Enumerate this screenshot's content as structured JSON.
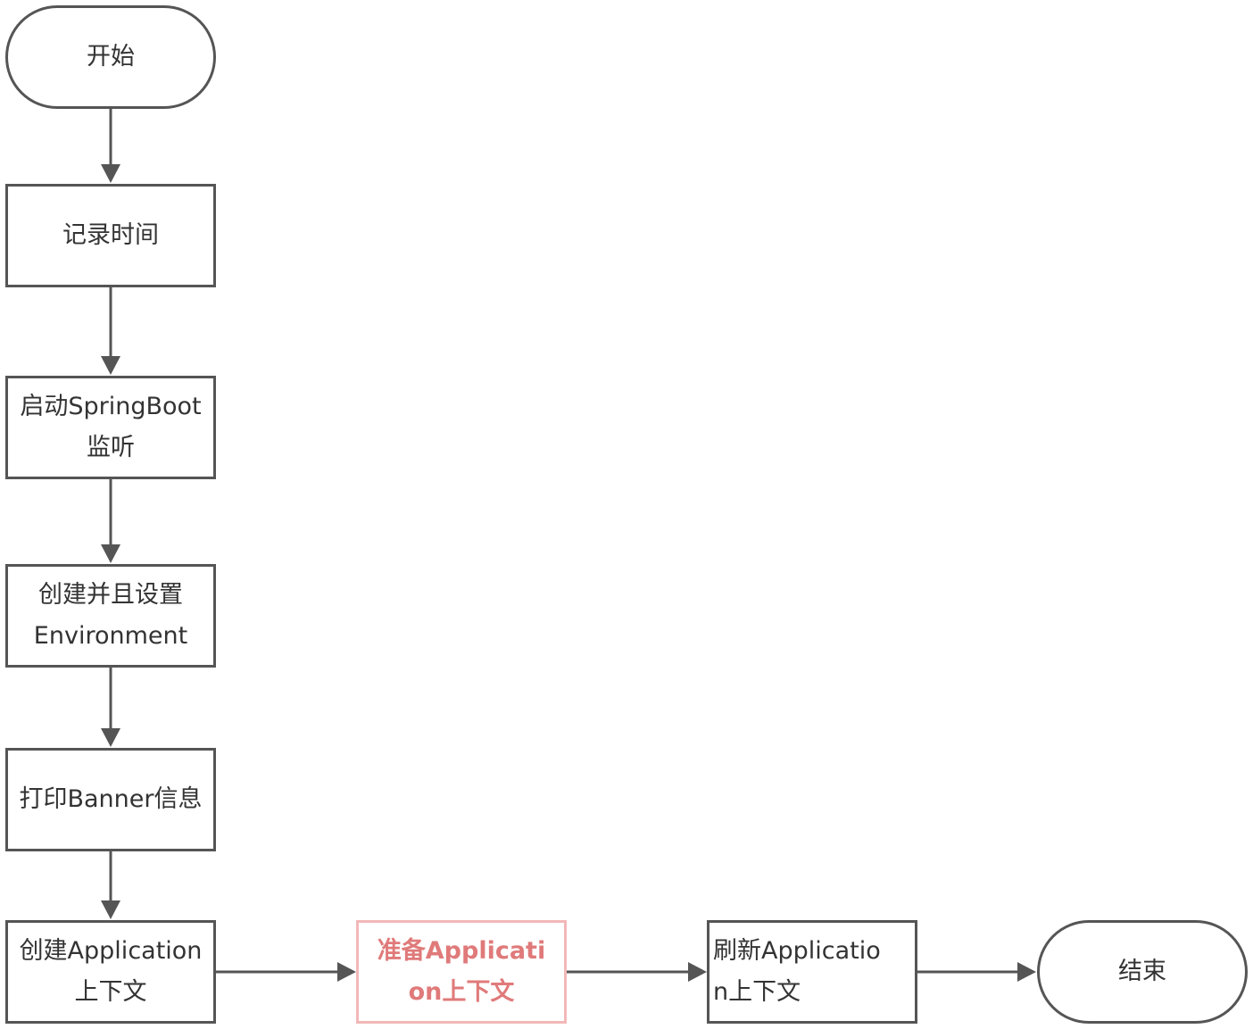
{
  "colors": {
    "stroke": "#555555",
    "text": "#333333",
    "highlight_border": "#f2b8b8",
    "highlight_text": "#e07a7a"
  },
  "nodes": {
    "start": "开始",
    "record_time": "记录时间",
    "start_listener": "启动SpringBoot监听",
    "create_env": "创建并且设置Environment",
    "print_banner": "打印Banner信息",
    "create_context": "创建Application上下文",
    "prepare_context": "准备Application上下文",
    "refresh_context": "刷新Application上下文",
    "end": "结束"
  }
}
